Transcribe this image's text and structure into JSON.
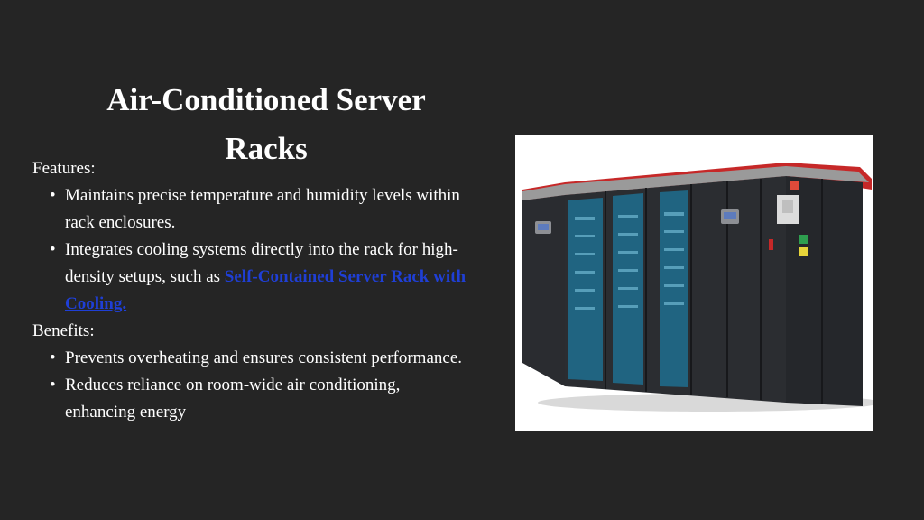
{
  "slide": {
    "title": "Air-Conditioned Server Racks",
    "features_label": "Features:",
    "features": [
      {
        "text": "Maintains precise temperature and humidity levels within rack enclosures."
      },
      {
        "text": "Integrates cooling systems directly into the rack for high-density setups, such as ",
        "link": "Self-Contained Server Rack with Cooling."
      }
    ],
    "benefits_label": "Benefits:",
    "benefits": [
      {
        "text": "Prevents overheating and ensures consistent performance."
      },
      {
        "text": "Reduces reliance on room-wide air conditioning, enhancing energy"
      }
    ]
  },
  "colors": {
    "background": "#252525",
    "text": "#ffffff",
    "link": "#1f3fd6",
    "cabinet": "#2b2d31",
    "glass": "#1e6f8f",
    "roof_trim": "#c62828"
  }
}
